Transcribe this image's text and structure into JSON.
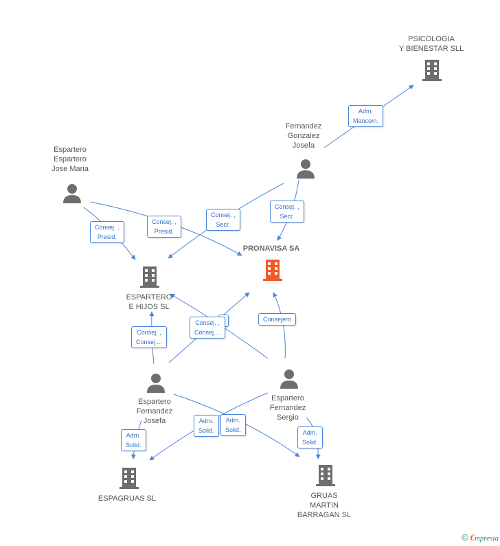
{
  "colors": {
    "edge": "#4a86d8",
    "building": "#6e6e6e",
    "building_highlight": "#f05a28",
    "person": "#6e6e6e"
  },
  "nodes": {
    "psicologia": {
      "label": "PSICOLOGIA\nY BIENESTAR SLL",
      "icon": "building-icon"
    },
    "fernandez_gonzalez": {
      "label": "Fernandez\nGonzalez\nJosefa",
      "icon": "person-icon"
    },
    "espartero_jose_maria": {
      "label": "Espartero\nEspartero\nJose Maria",
      "icon": "person-icon"
    },
    "pronavisa": {
      "label": "PRONAVISA SA",
      "icon": "building-icon"
    },
    "espartero_hijos": {
      "label": "ESPARTERO\nE HIJOS SL",
      "icon": "building-icon"
    },
    "espartero_fernandez_josefa": {
      "label": "Espartero\nFernandez\nJosefa",
      "icon": "person-icon"
    },
    "espartero_fernandez_sergio": {
      "label": "Espartero\nFernandez\nSergio",
      "icon": "person-icon"
    },
    "espagruas": {
      "label": "ESPAGRUAS SL",
      "icon": "building-icon"
    },
    "gruas_martin": {
      "label": "GRUAS\nMARTIN\nBARRAGAN SL",
      "icon": "building-icon"
    }
  },
  "edges": {
    "e1": "Adm.\nMancom.",
    "e2": "Consej. ,\nPresid.",
    "e3": "Consej. ,\nPresid.",
    "e4": "Consej. ,\nSecr.",
    "e5": "Consej. ,\nSecr.",
    "e6": "Consej. ,\nConsej....",
    "e7": "Consej. ,\nConsej....",
    "e8": "Consejero",
    "e9": "Adm.\nSolid.",
    "e10": "Adm.\nSolid.",
    "e11": "Adm.\nSolid.",
    "e12": "Adm.\nSolid."
  },
  "footer": {
    "copyright": "©",
    "brand_initial": "€",
    "brand_rest": "mpresia"
  }
}
